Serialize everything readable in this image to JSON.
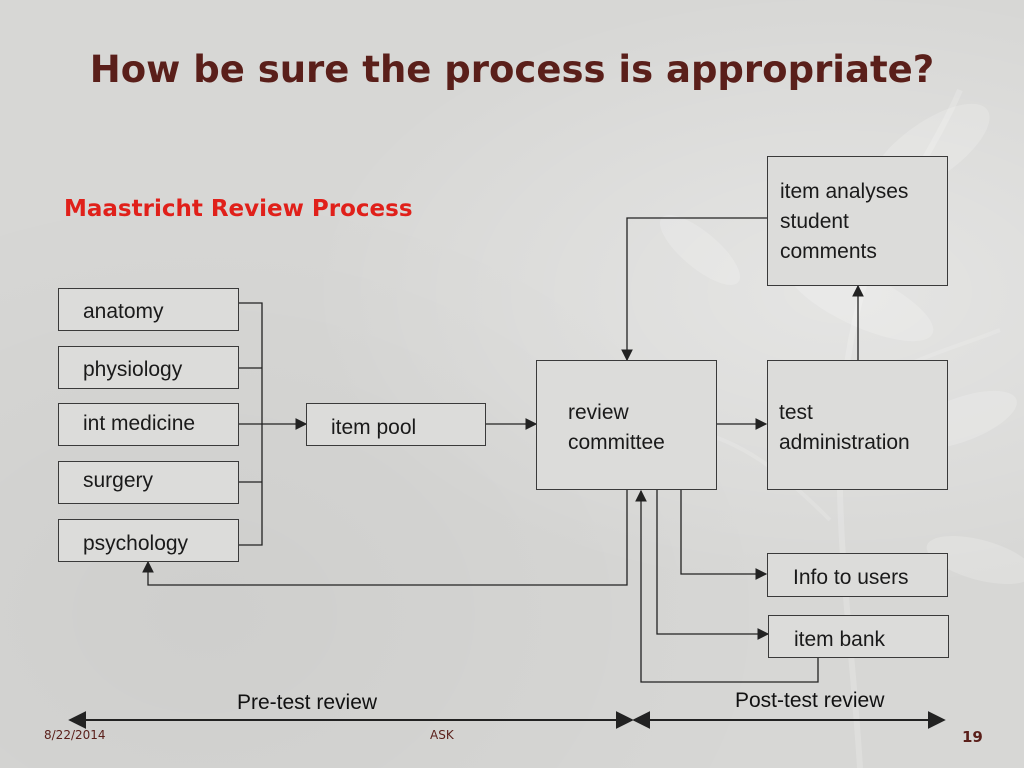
{
  "slide": {
    "title": "How be sure the process is appropriate?",
    "subtitle": "Maastricht Review Process"
  },
  "diagram": {
    "sources": [
      "anatomy",
      "physiology",
      "int medicine",
      "surgery",
      "psychology"
    ],
    "item_pool": "item pool",
    "review_committee": [
      "review",
      "committee"
    ],
    "test_administration": [
      "test",
      "administration"
    ],
    "feedback": [
      "item analyses",
      "student",
      "comments"
    ],
    "info_to_users": "Info to users",
    "item_bank": "item bank"
  },
  "timeline": {
    "pre_test": "Pre-test review",
    "post_test": "Post-test review"
  },
  "footer": {
    "date": "8/22/2014",
    "center": "ASK",
    "page": "19"
  }
}
